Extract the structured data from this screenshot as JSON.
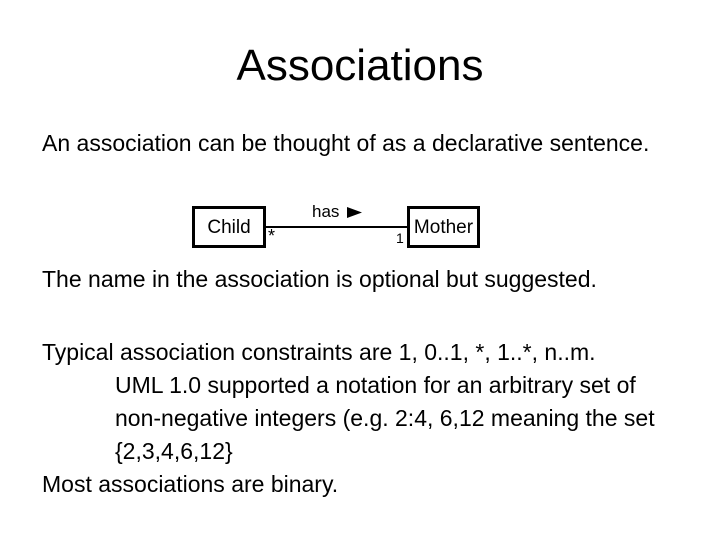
{
  "slide": {
    "title": "Associations",
    "lines": [
      {
        "text": "An association can be thought of as a declarative sentence."
      },
      {
        "text": "The name in the association is optional but suggested."
      },
      {
        "text": "Typical association constraints are 1, 0..1, *, 1..*, n..m."
      },
      {
        "text": "UML 1.0 supported a notation for an arbitrary set of"
      },
      {
        "text": "non-negative integers (e.g. 2:4, 6,12 meaning the set"
      },
      {
        "text": "{2,3,4,6,12}"
      },
      {
        "text": "Most associations are binary."
      }
    ],
    "diagram": {
      "left_class": "Child",
      "right_class": "Mother",
      "association_label": "has",
      "direction_icon": "right-pointing-triangle",
      "left_multiplicity": "*",
      "right_multiplicity": "1"
    },
    "colors": {
      "background": "#ffffff",
      "text": "#000000",
      "box_border": "#000000"
    }
  }
}
